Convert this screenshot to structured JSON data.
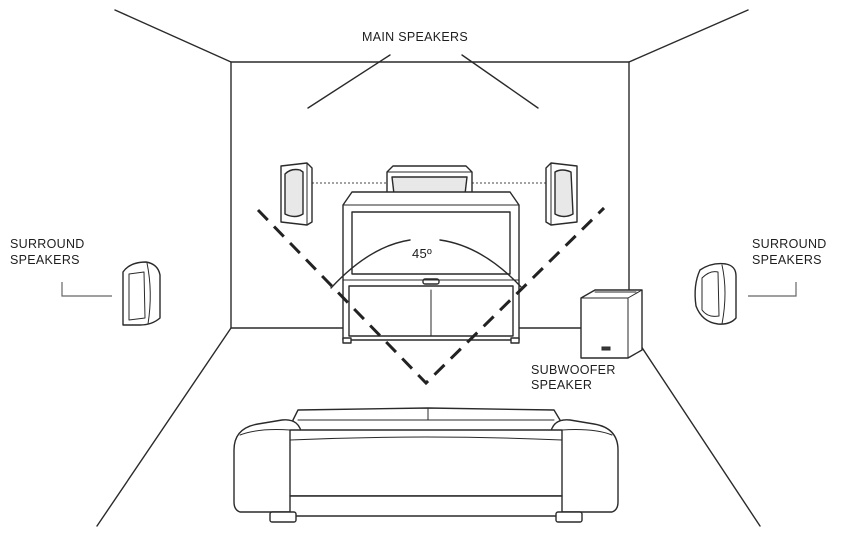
{
  "labels": {
    "main_speakers": "MAIN SPEAKERS",
    "surround_left_line1": "SURROUND",
    "surround_left_line2": "SPEAKERS",
    "surround_right_line1": "SURROUND",
    "surround_right_line2": "SPEAKERS",
    "subwoofer_line1": "SUBWOOFER",
    "subwoofer_line2": "SPEAKER",
    "angle": "45º"
  },
  "colors": {
    "line": "#2a2a2a",
    "label": "#1e1e1e",
    "background": "#ffffff"
  }
}
